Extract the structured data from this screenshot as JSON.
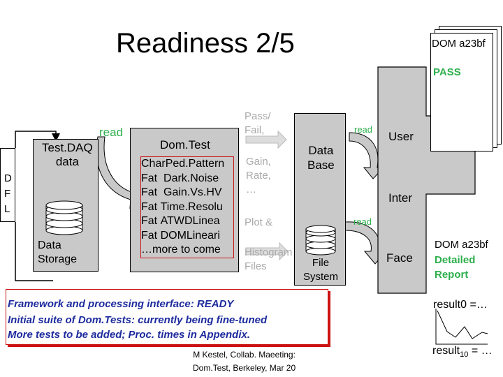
{
  "slide": {
    "title": "Readiness 2/5",
    "dfl_letters": [
      "D",
      "F",
      "L"
    ],
    "testdaq": "Test.DAQ\ndata",
    "data_storage": "Data\nStorage",
    "read_left": "read",
    "domtest": {
      "header": "Dom.Test",
      "rows": [
        {
          "col1": "Char",
          "col2": "Ped.Pattern"
        },
        {
          "col1": "Fat",
          "col2": "Dark.Noise"
        },
        {
          "col1": "Fat",
          "col2": "Gain.Vs.HV"
        },
        {
          "col1": "Fat",
          "col2": "Time.Resolu"
        },
        {
          "col1": "Fat",
          "col2": "ATWDLinea"
        },
        {
          "col1": "Fat",
          "col2": "DOMLineari"
        }
      ],
      "more": "…more to come"
    },
    "faded": {
      "pass_fail": "Pass/\nFail,",
      "gain_rate": "Gain,\nRate,\n…",
      "plot": "Plot &",
      "histogram": "Histogram\nFiles"
    },
    "data_base": "Data\nBase",
    "file_system": "File\nSystem",
    "read_db": "read",
    "read_fs": "read",
    "ui": {
      "user": "User",
      "inter": "Inter",
      "face": "Face"
    },
    "dom_stack": {
      "label": "DOM a23bf",
      "pass": "PASS"
    },
    "detailed": {
      "dom": "DOM a23bf",
      "line1": "Detailed",
      "line2": "Report"
    },
    "result0": "result0 =…",
    "result10": "result",
    "result10_sub": "10",
    "result10_tail": " = …",
    "status": [
      "Framework and processing interface: READY",
      "Initial suite of Dom.Tests: currently being fine-tuned",
      "More tests to be added; Proc. times in Appendix."
    ],
    "footer": "M Kestel, Collab. Maeeting:\nDom.Test, Berkeley, Mar 20",
    "colors": {
      "green": "#2db04c",
      "red": "#cc1111",
      "blue": "#1d2b9e",
      "gray": "#c9c9c9",
      "faded": "#aaaaaa"
    }
  }
}
